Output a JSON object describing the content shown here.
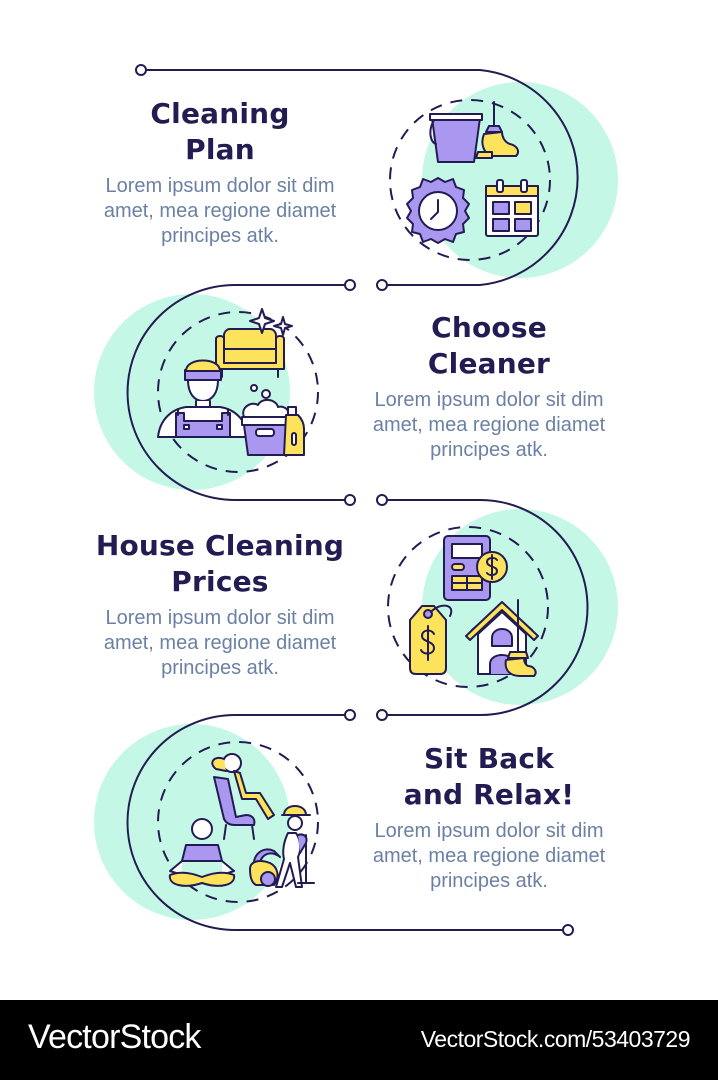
{
  "colors": {
    "line": "#231c52",
    "mint": "#c4f7e6",
    "purple": "#a997f0",
    "yellow": "#fde25c",
    "title": "#231c52",
    "body": "#6b81a4"
  },
  "steps": [
    {
      "title_line1": "Cleaning",
      "title_line2": "Plan",
      "desc_line1": "Lorem ipsum dolor sit dim",
      "desc_line2": "amet, mea regione diamet",
      "desc_line3": "principes atk.",
      "icons": [
        "bucket-icon",
        "mop-icon",
        "gear-clock-icon",
        "calendar-icon"
      ]
    },
    {
      "title_line1": "Choose",
      "title_line2": "Cleaner",
      "desc_line1": "Lorem ipsum dolor sit dim",
      "desc_line2": "amet, mea regione diamet",
      "desc_line3": "principes atk.",
      "icons": [
        "sofa-sparkle-icon",
        "cleaner-worker-icon",
        "soap-bucket-icon",
        "detergent-bottle-icon"
      ]
    },
    {
      "title_line1": "House Cleaning",
      "title_line2": "Prices",
      "desc_line1": "Lorem ipsum dolor sit dim",
      "desc_line2": "amet, mea regione diamet",
      "desc_line3": "principes atk.",
      "icons": [
        "calculator-icon",
        "dollar-coin-icon",
        "price-tag-icon",
        "house-mop-icon"
      ]
    },
    {
      "title_line1": "Sit Back",
      "title_line2": "and Relax!",
      "desc_line1": "Lorem ipsum dolor sit dim",
      "desc_line2": "amet, mea regione diamet",
      "desc_line3": "principes atk.",
      "icons": [
        "relaxing-person-chair-icon",
        "meditating-person-icon",
        "worker-vacuum-icon"
      ]
    }
  ],
  "footer": {
    "brand": "VectorStock",
    "ref": "VectorStock.com/53403729"
  }
}
